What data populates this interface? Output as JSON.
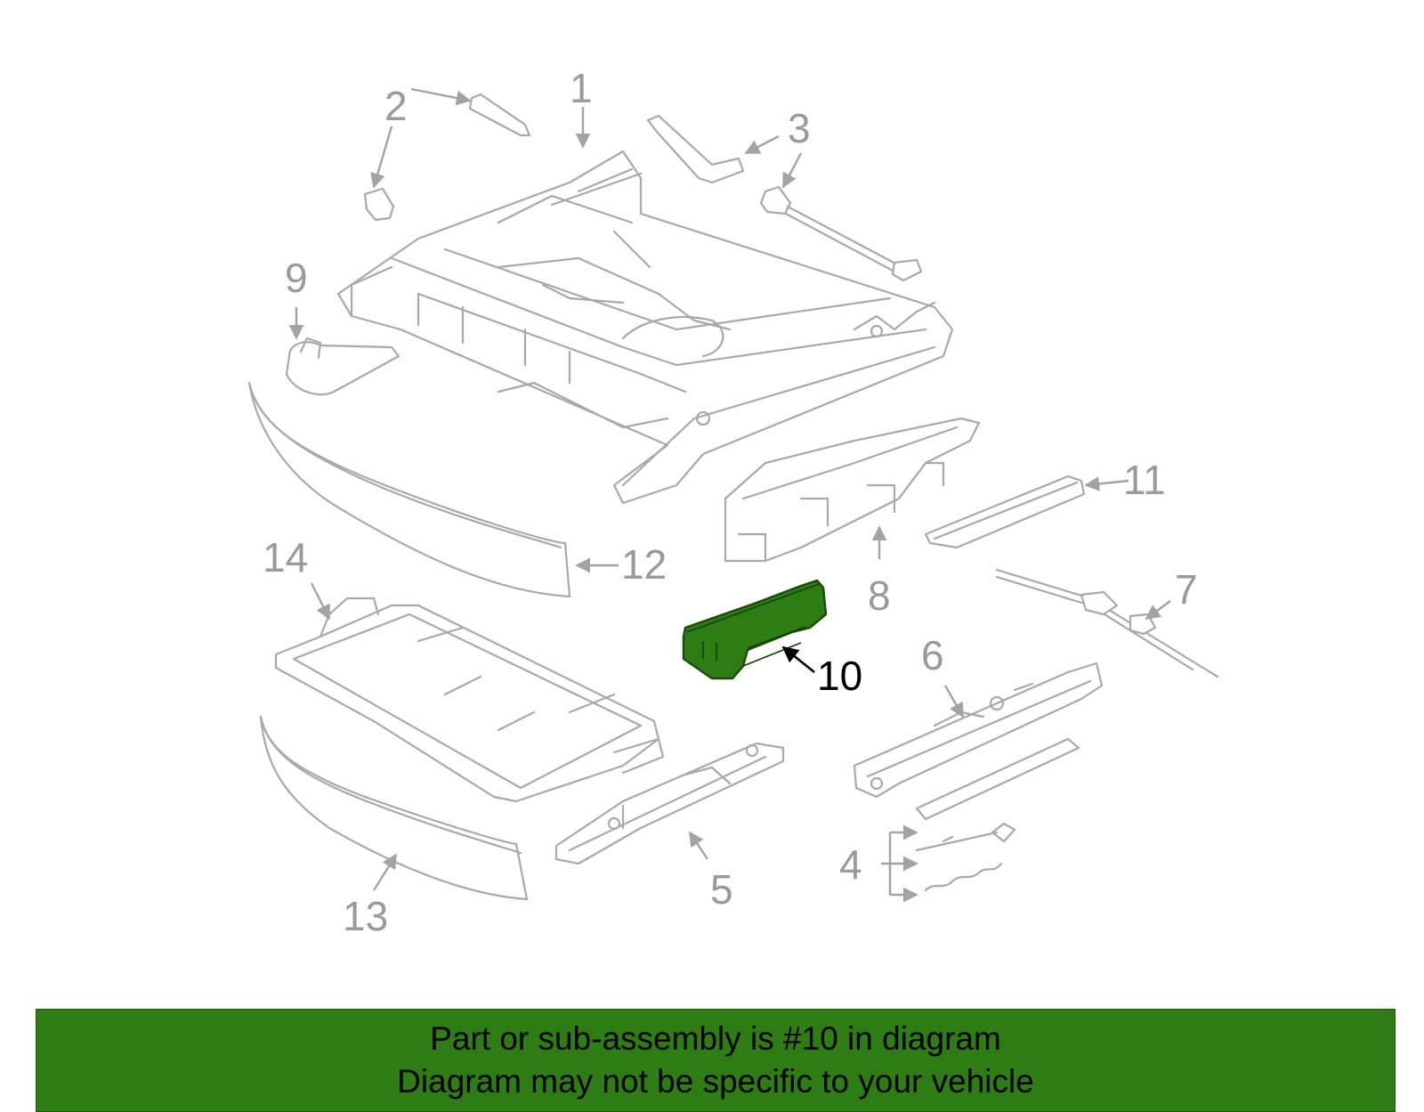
{
  "diagram": {
    "labels": [
      "1",
      "2",
      "3",
      "4",
      "5",
      "6",
      "7",
      "8",
      "9",
      "10",
      "11",
      "12",
      "13",
      "14"
    ],
    "highlighted_part": "10",
    "highlight_color": "#2e7d14",
    "line_color": "#a9a9a9"
  },
  "banner": {
    "line1": "Part or sub-assembly is #10 in diagram",
    "line2": "Diagram may not be specific to your vehicle",
    "background": "#2e7d14"
  }
}
